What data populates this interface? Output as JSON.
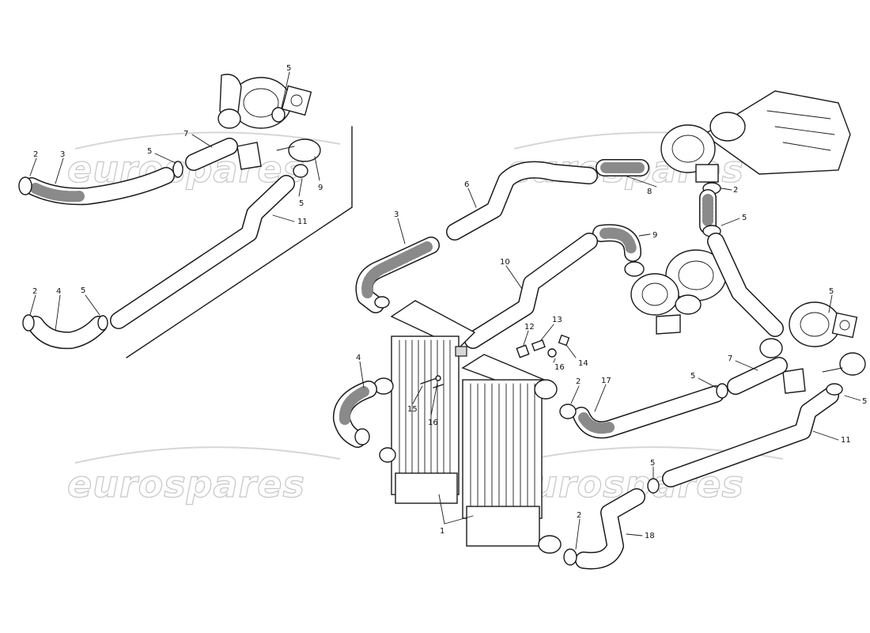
{
  "watermark": {
    "text": "eurospares"
  },
  "callouts": {
    "inset_2": "2",
    "inset_3": "3",
    "inset_5a": "5",
    "inset_7": "7",
    "inset_5b": "5",
    "inset_9": "9",
    "inset_5c": "5",
    "inset_11": "11",
    "inset_2b": "2",
    "inset_4": "4",
    "inset_5d": "5",
    "main_6": "6",
    "main_8": "8",
    "main_2a": "2",
    "main_5a": "5",
    "main_3": "3",
    "main_9": "9",
    "main_10": "10",
    "main_12": "12",
    "main_13": "13",
    "main_16a": "16",
    "main_14": "14",
    "main_4": "4",
    "main_15": "15",
    "main_16b": "16",
    "main_2b": "2",
    "main_17": "17",
    "main_5b": "5",
    "main_7": "7",
    "main_5c": "5",
    "main_5d": "5",
    "main_11": "11",
    "main_5e": "5",
    "main_2c": "2",
    "main_18": "18",
    "main_1": "1"
  }
}
